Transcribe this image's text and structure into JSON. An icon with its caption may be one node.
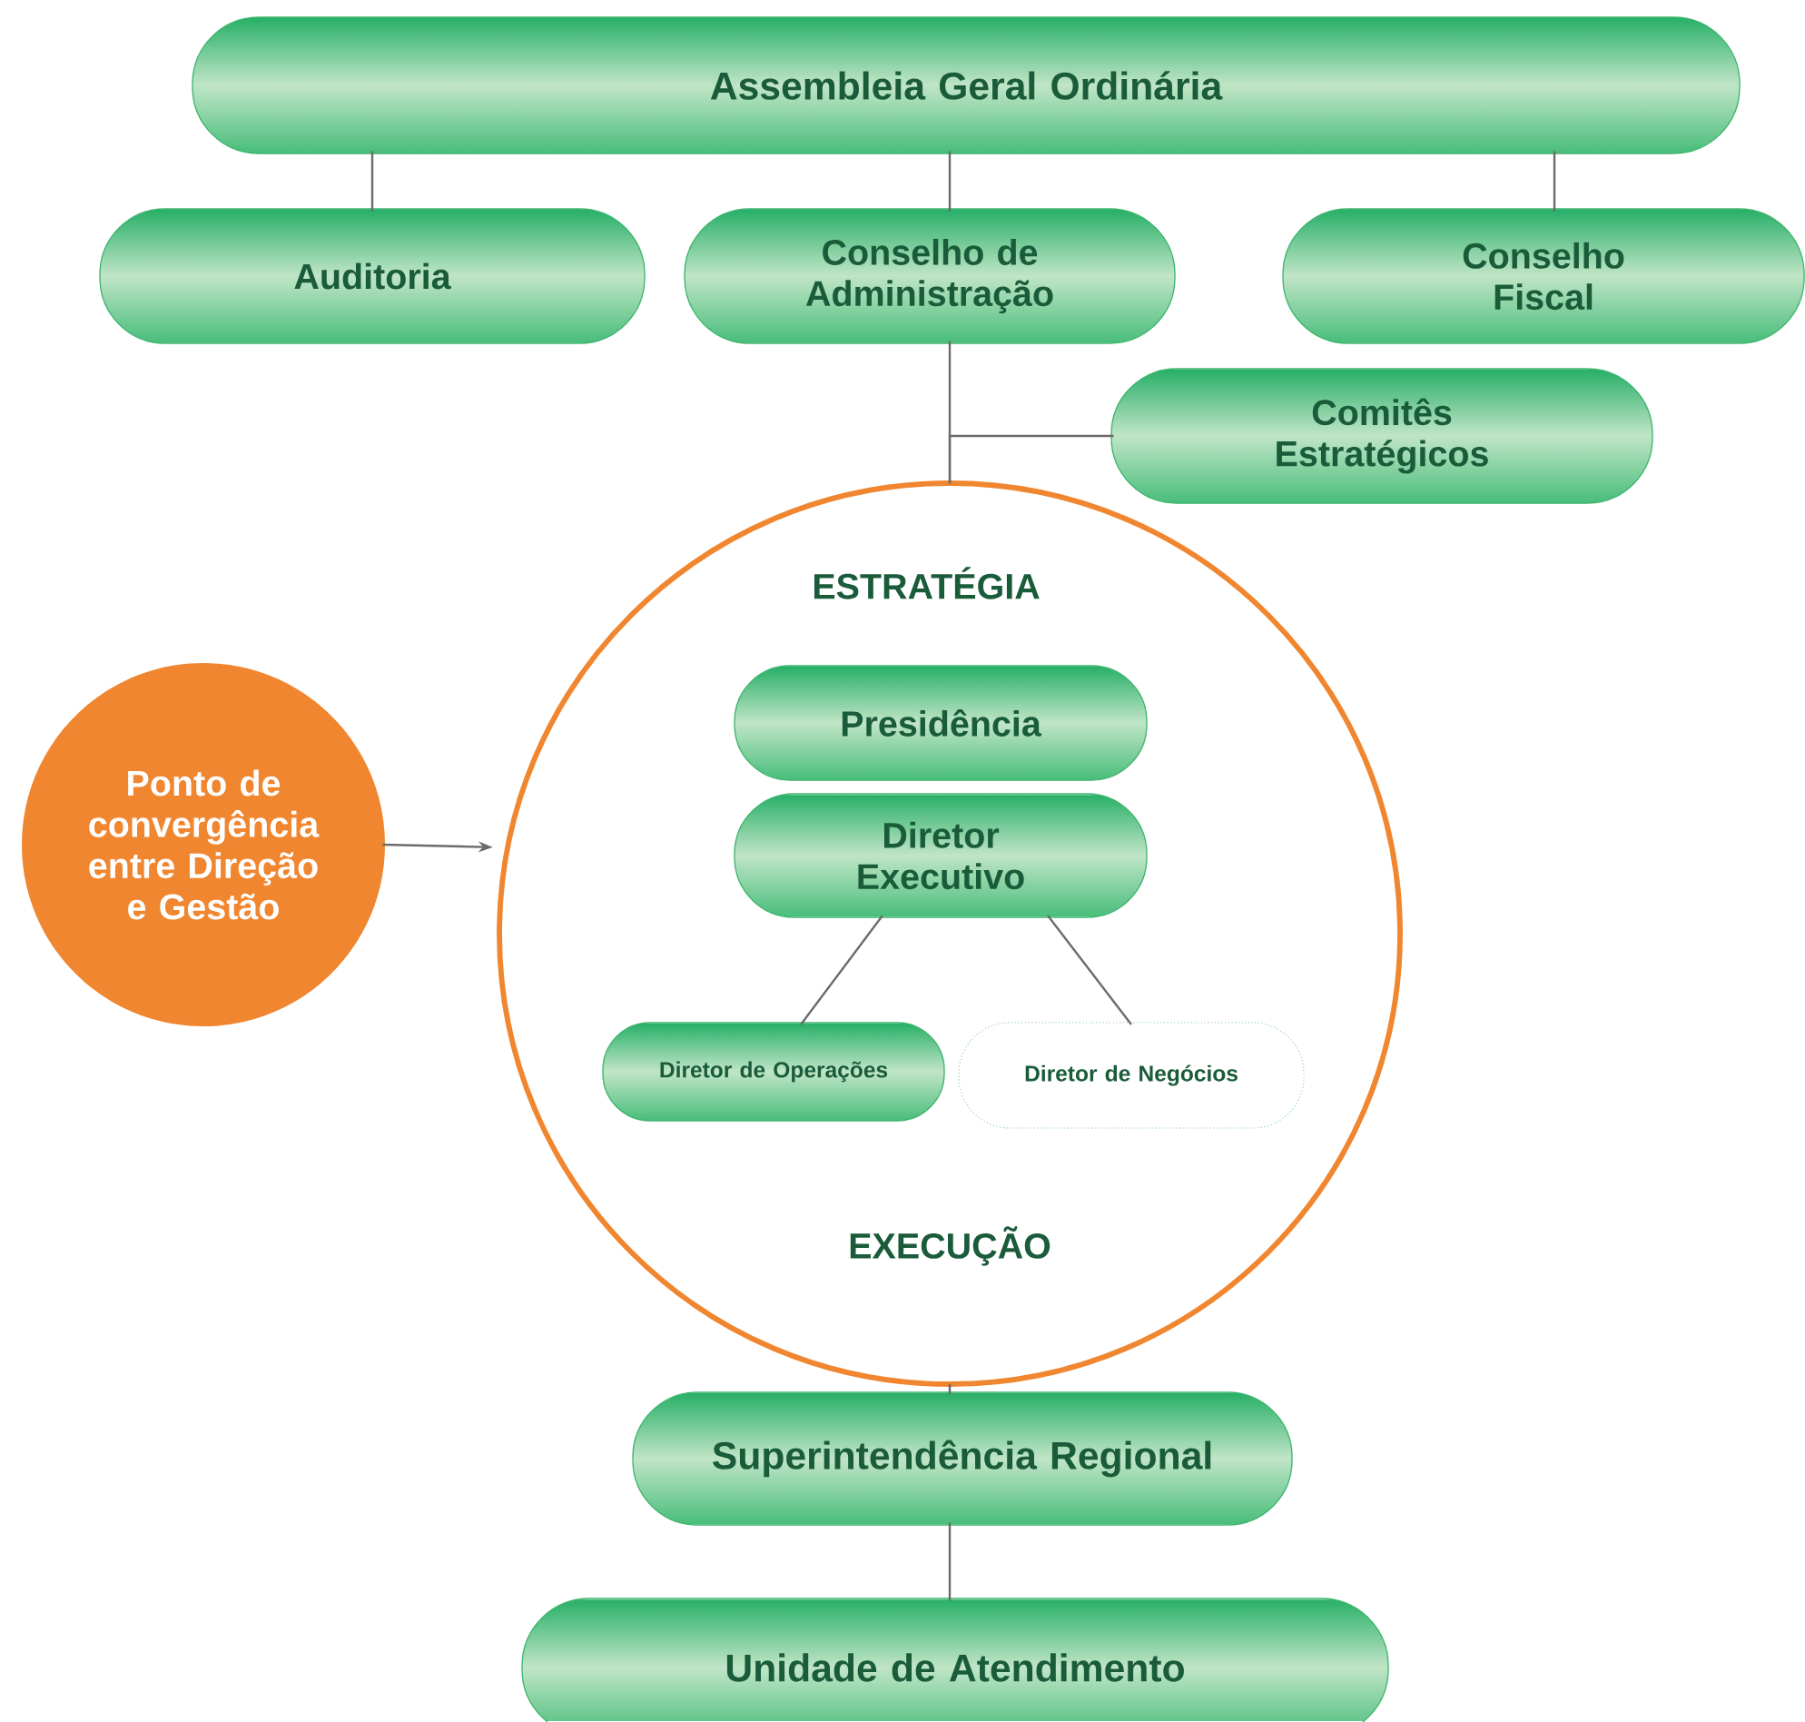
{
  "diagram": {
    "nodes": [
      {
        "text": [
          "Assembleia Geral Ordinária"
        ]
      },
      {
        "text": [
          "Auditoria"
        ]
      },
      {
        "text": [
          "Conselho de Administração"
        ]
      },
      {
        "text": [
          "Conselho Fiscal"
        ]
      },
      {
        "text": [
          "Comitês Estratégicos"
        ]
      },
      {
        "text": [
          "ESTRATÉGIA",
          "EXECUÇÃO"
        ]
      },
      {
        "text": [
          "Ponto de convergência entre Direção e Gestão"
        ]
      },
      {
        "text": [
          "Presidência"
        ],
        "in": 5
      },
      {
        "text": [
          "Diretor Executivo"
        ],
        "in": 5
      },
      {
        "text": [
          "Diretor de Operações"
        ],
        "in": 5
      },
      {
        "text": [
          "Diretor de Negócios"
        ],
        "in": 5
      },
      {
        "text": [
          "Superintendência Regional"
        ]
      },
      {
        "text": [
          "Unidade de Atendimento"
        ]
      }
    ],
    "edges": [
      {
        "from": 0,
        "to": 1,
        "arrow": "none"
      },
      {
        "from": 0,
        "to": 2,
        "arrow": "none"
      },
      {
        "from": 0,
        "to": 3,
        "arrow": "none"
      },
      {
        "from": 2,
        "to": 5,
        "arrow": "none"
      },
      {
        "from": 4,
        "to": 5,
        "arrow": "none"
      },
      {
        "from": 6,
        "to": 5,
        "arrow": "to"
      },
      {
        "from": 8,
        "to": 9,
        "arrow": "none"
      },
      {
        "from": 8,
        "to": 10,
        "arrow": "none"
      },
      {
        "from": 5,
        "to": 11,
        "arrow": "none"
      },
      {
        "from": 11,
        "to": 12,
        "arrow": "none"
      }
    ]
  }
}
